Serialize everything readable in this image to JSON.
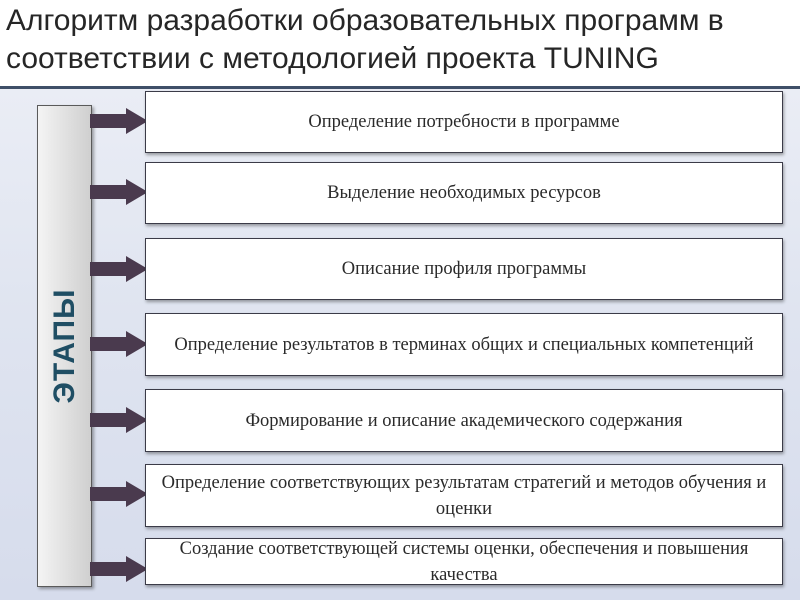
{
  "title": "Алгоритм разработки образовательных программ в соответствии с методологией проекта TUNING",
  "stages_label": "ЭТАПЫ",
  "steps": [
    "Определение потребности в программе",
    "Выделение необходимых ресурсов",
    "Описание профиля программы",
    "Определение результатов в терминах общих и специальных компетенций",
    "Формирование и описание академического содержания",
    "Определение соответствующих результатам стратегий и методов обучения и оценки",
    "Создание соответствующей системы оценки, обеспечения и повышения качества"
  ],
  "colors": {
    "arrow": "#4a3a4e",
    "title_rule": "#3f4f68",
    "stages_text": "#1f4e64"
  }
}
